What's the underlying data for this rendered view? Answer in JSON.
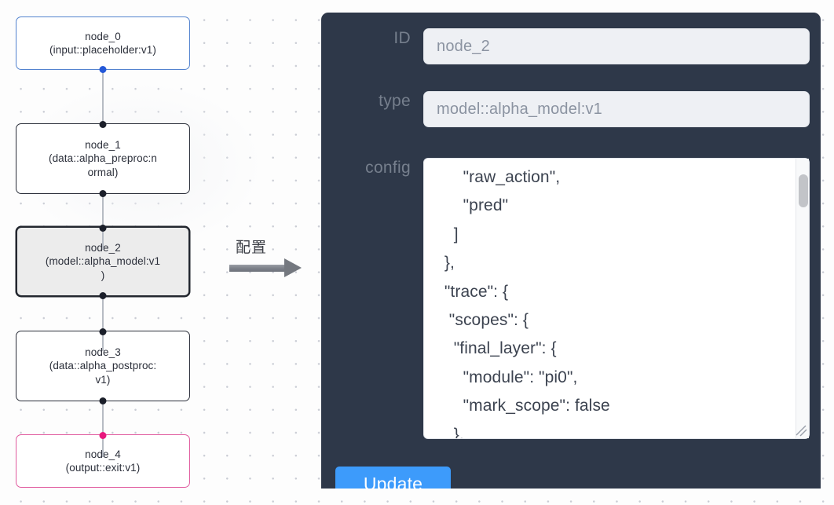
{
  "canvas": {
    "grid": "dotted",
    "background_color": "#fdfdfd",
    "dot_color": "#c9ccd4"
  },
  "flow": {
    "nodes": [
      {
        "id": "node_0",
        "title": "node_0",
        "subtitle": "(input::placeholder:v1)",
        "text": "node_0\n(input::placeholder:v1)",
        "kind": "input",
        "border_color": "#5383cf",
        "handle_color": "#2458d8",
        "selected": false
      },
      {
        "id": "node_1",
        "title": "node_1",
        "subtitle": "(data::alpha_preproc:normal)",
        "text": "node_1\n(data::alpha_preproc:n\normal)",
        "kind": "default",
        "border_color": "#2b2f3a",
        "handle_color": "#1b1f2a",
        "selected": false
      },
      {
        "id": "node_2",
        "title": "node_2",
        "subtitle": "(model::alpha_model:v1)",
        "text": "node_2\n(model::alpha_model:v1\n)",
        "kind": "default",
        "border_color": "#23272f",
        "handle_color": "#1b1f2a",
        "selected": true
      },
      {
        "id": "node_3",
        "title": "node_3",
        "subtitle": "(data::alpha_postproc:v1)",
        "text": "node_3\n(data::alpha_postproc:\nv1)",
        "kind": "default",
        "border_color": "#2b2f3a",
        "handle_color": "#1b1f2a",
        "selected": false
      },
      {
        "id": "node_4",
        "title": "node_4",
        "subtitle": "(output::exit:v1)",
        "text": "node_4\n(output::exit:v1)",
        "kind": "output",
        "border_color": "#e05a9e",
        "handle_color": "#e8187e",
        "selected": false
      }
    ],
    "edges": [
      {
        "from": "node_0",
        "to": "node_1"
      },
      {
        "from": "node_1",
        "to": "node_2"
      },
      {
        "from": "node_2",
        "to": "node_3"
      },
      {
        "from": "node_3",
        "to": "node_4"
      }
    ]
  },
  "annotation": {
    "arrow_label": "配置",
    "arrow_direction": "right",
    "arrow_color": "#74787f"
  },
  "panel": {
    "background_color": "#2e3849",
    "fields": {
      "id": {
        "label": "ID",
        "value": "node_2",
        "placeholder": "node_2"
      },
      "type": {
        "label": "type",
        "value": "model::alpha_model:v1",
        "placeholder": "model::alpha_model:v1"
      },
      "config": {
        "label": "config",
        "value": "      \"raw_action\",\n      \"pred\"\n    ]\n  },\n  \"trace\": {\n   \"scopes\": {\n    \"final_layer\": {\n      \"module\": \"pi0\",\n      \"mark_scope\": false\n    },\n    \"action_model\": {",
        "scroll_position": "middle",
        "resizable": true
      }
    },
    "update_button": {
      "label": "Update",
      "color": "#3d9bfb",
      "text_color": "#ffffff"
    }
  }
}
